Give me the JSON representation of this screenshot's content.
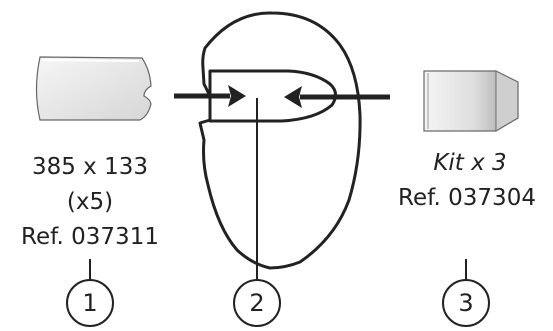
{
  "left_part": {
    "dimensions": "385 x 133",
    "quantity": "(x5)",
    "reference": "Ref. 037311",
    "callout": "1"
  },
  "center_part": {
    "callout": "2"
  },
  "right_part": {
    "kit": "Kit x 3",
    "reference": "Ref. 037304",
    "callout": "3"
  },
  "colors": {
    "line": "#222222",
    "part_fill": "#ececec",
    "part_edge": "#666666"
  }
}
